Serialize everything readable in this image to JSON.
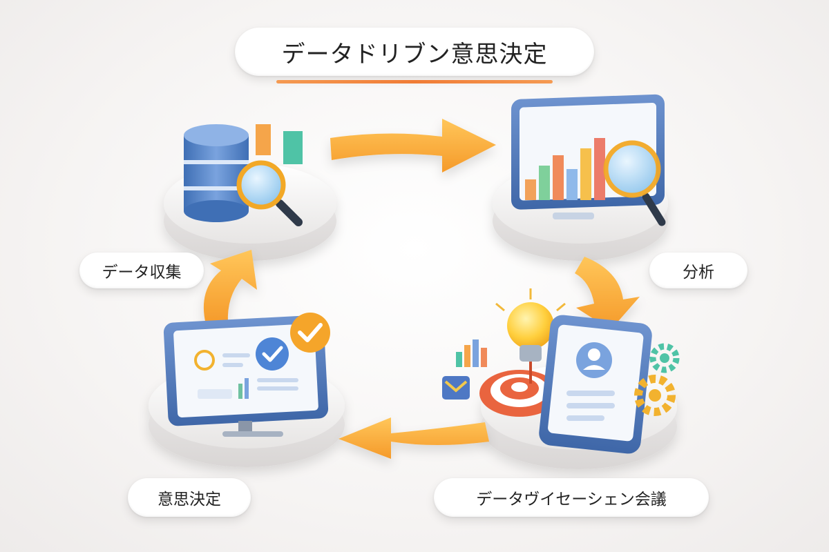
{
  "diagram": {
    "title": "データドリブン意思決定",
    "steps": [
      {
        "label": "データ収集"
      },
      {
        "label": "分析"
      },
      {
        "label": "データヴイセーシェン会議"
      },
      {
        "label": "意思決定"
      }
    ]
  }
}
